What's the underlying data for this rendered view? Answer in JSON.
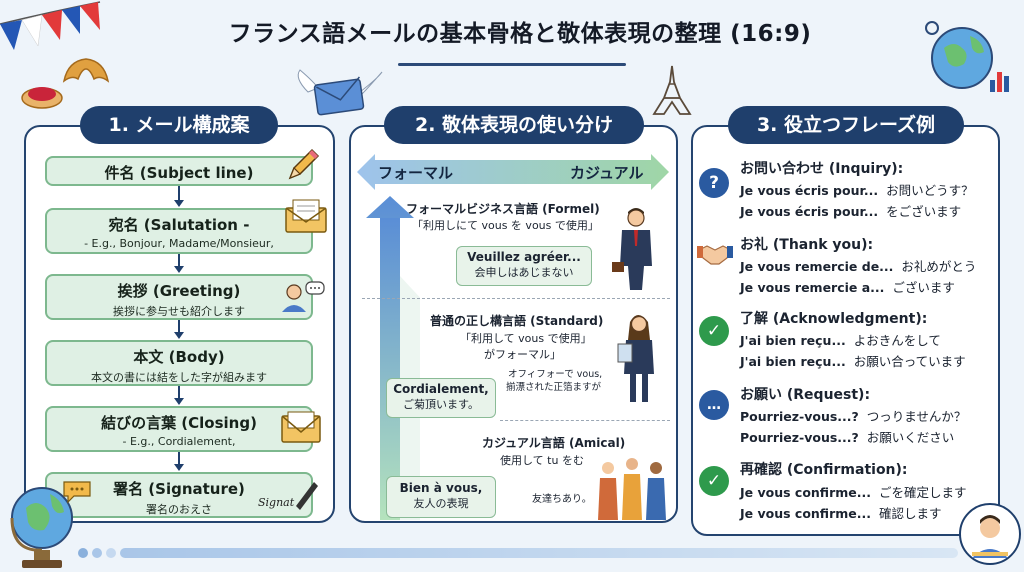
{
  "title": "フランス語メールの基本骨格と敬体表現の整理 (16:9)",
  "col1": {
    "header": "1. メール構成案",
    "steps": [
      {
        "title": "件名 (Subject line)",
        "sub": ""
      },
      {
        "title": "宛名 (Salutation -",
        "sub": "- E.g., Bonjour, Madame/Monsieur,"
      },
      {
        "title": "挨拶 (Greeting)",
        "sub": "挨拶に参与せも紹介します"
      },
      {
        "title": "本文 (Body)",
        "sub": "本文の書には結をした字が組みます"
      },
      {
        "title": "結びの言葉 (Closing)",
        "sub": "- E.g., Cordialement,"
      },
      {
        "title": "署名 (Signature)",
        "sub": "署名のおえさ"
      }
    ],
    "signature_text": "Signat"
  },
  "col2": {
    "header": "2. 敬体表現の使い分け",
    "formal": "フォーマル",
    "casual": "カジュアル",
    "tiers": [
      {
        "title": "フォーマルビジネス言語 (Formel)",
        "sub": "「利用しにて vous を vous で使用」",
        "box_main": "Veuillez agréer...",
        "box_sub": "会申しはあじまない"
      },
      {
        "title": "普通の正し構言語 (Standard)",
        "sub": "「利用して vous で使用」",
        "sub2": "がフォーマル」",
        "note1": "オフィフォーで vous,",
        "note2": "揃漂された正箔ますが",
        "box_main": "Cordialement,",
        "box_sub": "ご菊頂います。"
      },
      {
        "title": "カジュアル言語 (Amical)",
        "sub": "使用して tu をむ",
        "note1": "友達ちあり。",
        "box_main": "Bien à vous,",
        "box_sub": "友人の表現"
      }
    ]
  },
  "col3": {
    "header": "3. 役立つフレーズ例",
    "groups": [
      {
        "icon": "question-icon",
        "color": "#2a5aa0",
        "title": "お問い合わせ (Inquiry):",
        "lines": [
          {
            "fr": "Je vous écris pour...",
            "ja": "お問いどうす？"
          },
          {
            "fr": "Je vous écris pour...",
            "ja": "をございます"
          }
        ]
      },
      {
        "icon": "handshake-icon",
        "color": "#d06a3a",
        "title": "お礼 (Thank you):",
        "lines": [
          {
            "fr": "Je vous remercie de...",
            "ja": "お礼めがとう"
          },
          {
            "fr": "Je vous remercie a...",
            "ja": "ございます"
          }
        ]
      },
      {
        "icon": "check-icon",
        "color": "#2e9a4c",
        "title": "了解 (Acknowledgment):",
        "lines": [
          {
            "fr": "J'ai bien reçu...",
            "ja": "よおきんをして"
          },
          {
            "fr": "J'ai bien reçu...",
            "ja": "お願い合っています"
          }
        ]
      },
      {
        "icon": "speech-icon",
        "color": "#2a5aa0",
        "title": "お願い (Request):",
        "lines": [
          {
            "fr": "Pourriez-vous...?",
            "ja": "つっりませんか？"
          },
          {
            "fr": "Pourriez-vous...?",
            "ja": "お願いください"
          }
        ]
      },
      {
        "icon": "check-icon",
        "color": "#2e9a4c",
        "title": "再確認 (Confirmation):",
        "lines": [
          {
            "fr": "Je vous confirme...",
            "ja": "ごを確定します"
          },
          {
            "fr": "Je vous confirme...",
            "ja": "確認します"
          }
        ]
      }
    ]
  },
  "colors": {
    "navy": "#1f3f6c",
    "green_fill": "#dff0e4",
    "green_border": "#7db88e",
    "background": "#eef4fa"
  }
}
